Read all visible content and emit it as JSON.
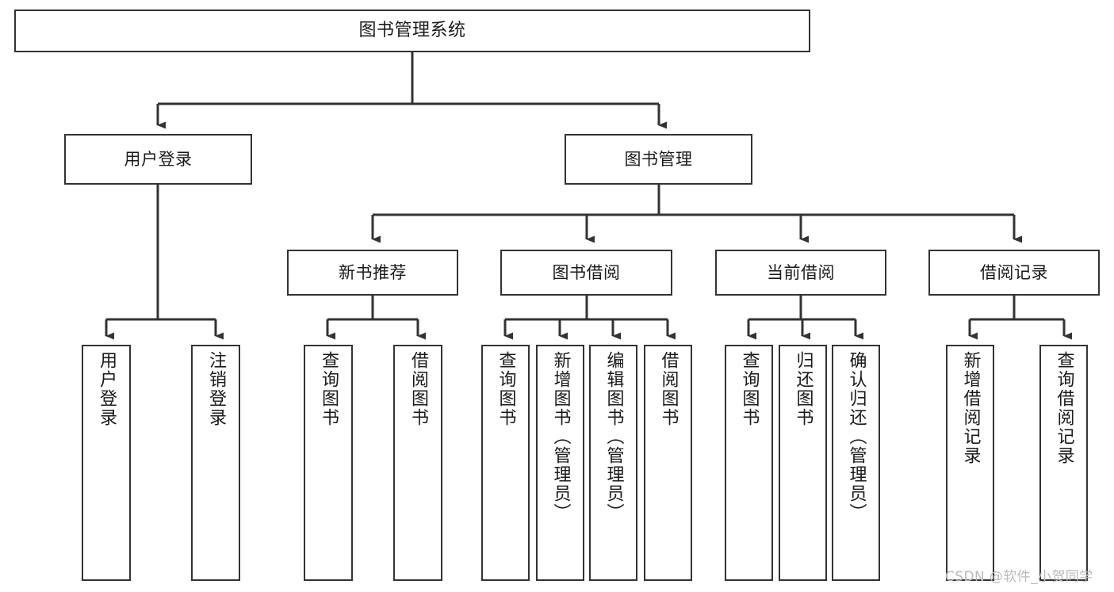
{
  "diagram": {
    "title": "图书管理系统",
    "type": "tree",
    "orientation": "top-down",
    "colors": {
      "background": "#ffffff",
      "node_border": "#333333",
      "node_fill": "#ffffff",
      "text": "#1a1a1a",
      "connector": "#333333",
      "watermark": "#b9b9b9"
    }
  },
  "nodes": {
    "root": {
      "label": "图书管理系统"
    },
    "level2": [
      {
        "label": "用户登录"
      },
      {
        "label": "图书管理"
      }
    ],
    "level3": [
      {
        "label": "新书推荐"
      },
      {
        "label": "图书借阅"
      },
      {
        "label": "当前借阅"
      },
      {
        "label": "借阅记录"
      }
    ],
    "leaves_user_login": [
      {
        "label": "用户登录"
      },
      {
        "label": "注销登录"
      }
    ],
    "leaves_new_book": [
      {
        "label": "查询图书"
      },
      {
        "label": "借阅图书"
      }
    ],
    "leaves_borrow": [
      {
        "label": "查询图书"
      },
      {
        "label": "新增图书（管理员）"
      },
      {
        "label": "编辑图书（管理员）"
      },
      {
        "label": "借阅图书"
      }
    ],
    "leaves_current": [
      {
        "label": "查询图书"
      },
      {
        "label": "归还图书"
      },
      {
        "label": "确认归还（管理员）"
      }
    ],
    "leaves_record": [
      {
        "label": "新增借阅记录"
      },
      {
        "label": "查询借阅记录"
      }
    ]
  },
  "watermark": {
    "text": "CSDN @软件_小贺同学"
  }
}
